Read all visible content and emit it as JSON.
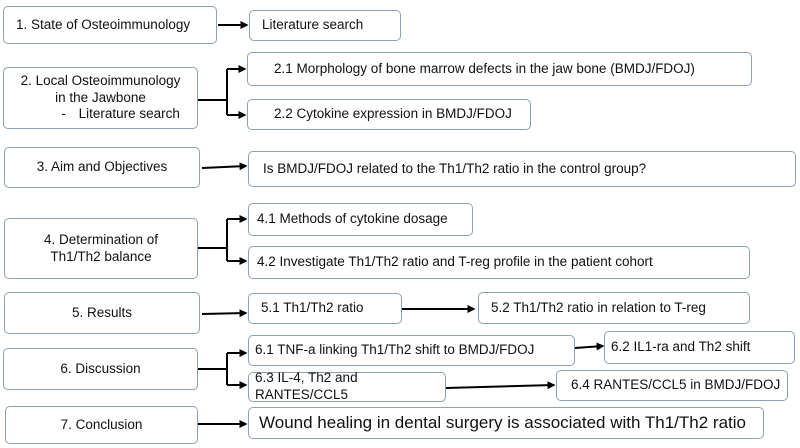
{
  "nodes": {
    "n1": "1.   State of Osteoimmunology",
    "n1a": "Literature search",
    "n2_line1": "2. Local Osteoimmunology",
    "n2_line2": "in the Jawbone",
    "n2_dash": "-",
    "n2_line3": "Literature search",
    "n2_1": "2.1 Morphology of bone marrow defects in the jaw bone  (BMDJ/FDOJ)",
    "n2_2": "2.2 Cytokine expression in BMDJ/FDOJ",
    "n3": "3. Aim and Objectives",
    "n3a": "Is BMDJ/FDOJ related to the Th1/Th2 ratio in the control group?",
    "n4_line1": "4. Determination of",
    "n4_line2": "Th1/Th2 balance",
    "n4_1": "4.1  Methods of cytokine dosage",
    "n4_2": "4.2 Investigate Th1/Th2 ratio and T-reg profile in the patient cohort",
    "n5": "5. Results",
    "n5_1": "5.1  Th1/Th2 ratio",
    "n5_2": "5.2  Th1/Th2 ratio in relation to T-reg",
    "n6": "6. Discussion",
    "n6_1": "6.1 TNF-a linking Th1/Th2 shift to BMDJ/FDOJ",
    "n6_2": "6.2 IL1-ra and Th2 shift",
    "n6_3": "6.3 IL-4, Th2  and RANTES/CCL5",
    "n6_4": "6.4 RANTES/CCL5  in BMDJ/FDOJ",
    "n7": "7. Conclusion",
    "n7a": "Wound healing in dental surgery is associated with Th1/Th2 ratio"
  },
  "colors": {
    "box_border": "#8aa0b8",
    "arrow": "#000000"
  }
}
